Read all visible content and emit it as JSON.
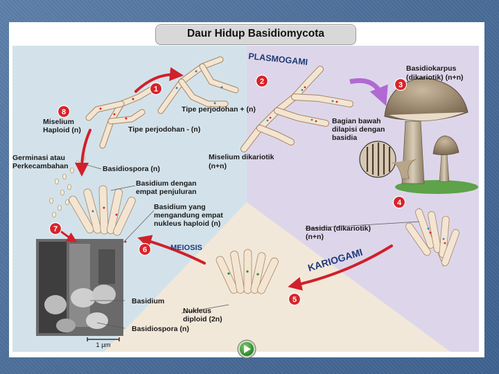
{
  "title": "Daur Hidup Basidiomycota",
  "stages": {
    "plasmogami": "PLASMOGAMI",
    "kariogami": "KARIOGAMI",
    "meiosis": "MEIOSIS"
  },
  "steps": [
    "1",
    "2",
    "3",
    "4",
    "5",
    "6",
    "7",
    "8"
  ],
  "labels": {
    "tipe_plus": "Tipe perjodohan + (n)",
    "tipe_minus": "Tipe perjodohan - (n)",
    "miselium_haploid_1": "Miselium",
    "miselium_haploid_2": "Haploid (n)",
    "miselium_dikariotik_1": "Miselium dikariotik",
    "miselium_dikariotik_2": "(n+n)",
    "basidiokarpus_1": "Basidiokarpus",
    "basidiokarpus_2": "(dikariotik) (n+n)",
    "bagian_bawah_1": "Bagian bawah",
    "bagian_bawah_2": "dilapisi dengan",
    "bagian_bawah_3": "basidia",
    "germinasi_1": "Germinasi atau",
    "germinasi_2": "Perkecambahan",
    "basidiospora": "Basidiospora (n)",
    "basidium_empat_1": "Basidium dengan",
    "basidium_empat_2": "empat penjuluran",
    "basidium_nukleus_1": "Basidium yang",
    "basidium_nukleus_2": "mengandung empat",
    "basidium_nukleus_3": "nukleus haploid (n)",
    "basidia_dik_1": "Basidia (dikariotik)",
    "basidia_dik_2": "(n+n)",
    "nukleus_diploid_1": "Nukleus",
    "nukleus_diploid_2": "diploid (2n)",
    "micro_basidium": "Basidium",
    "micro_basidiospora": "Basidiospora (n)",
    "scale": "1 µm"
  },
  "colors": {
    "blue_panel": "#d3e2ea",
    "purple_panel": "#ddd6ea",
    "tan_panel": "#f2e8d9",
    "step_red": "#d8232a",
    "arrow_red": "#d0202a",
    "arrow_purple": "#b06ad2",
    "stage_navy": "#1f3a78",
    "play_green": "#2f9a2c"
  },
  "icons": {
    "play": "play-icon"
  }
}
